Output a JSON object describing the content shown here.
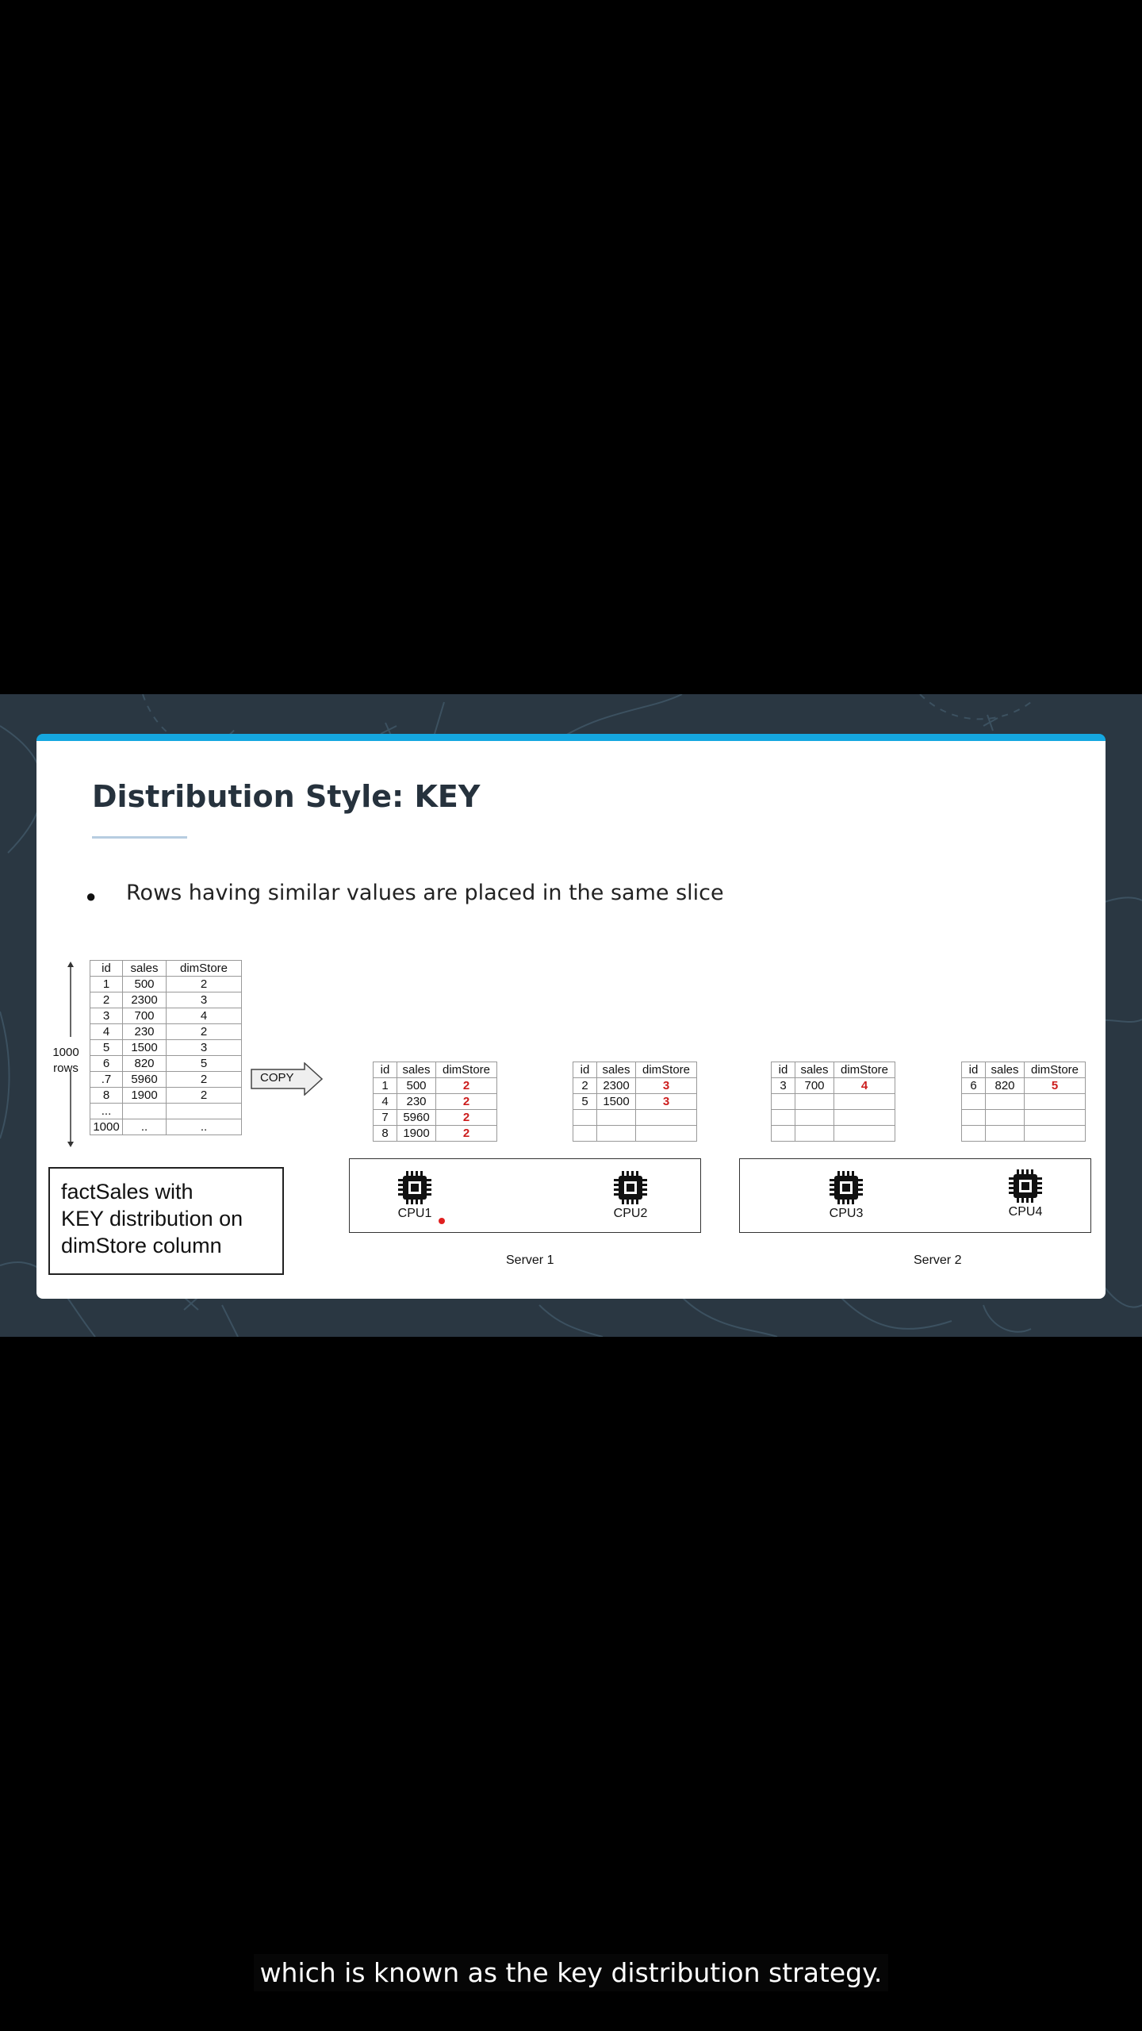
{
  "slide": {
    "title": "Distribution Style: KEY",
    "bullet": "Rows having similar values are placed in the same slice",
    "rows_label": "1000\nrows",
    "copy_label": "COPY",
    "description": "factSales with\nKEY distribution on\ndimStore column",
    "source_table": {
      "headers": [
        "id",
        "sales",
        "dimStore"
      ],
      "rows": [
        [
          "1",
          "500",
          "2"
        ],
        [
          "2",
          "2300",
          "3"
        ],
        [
          "3",
          "700",
          "4"
        ],
        [
          "4",
          "230",
          "2"
        ],
        [
          "5",
          "1500",
          "3"
        ],
        [
          "6",
          "820",
          "5"
        ],
        [
          ".7",
          "5960",
          "2"
        ],
        [
          "8",
          "1900",
          "2"
        ],
        [
          "...",
          "",
          ""
        ],
        [
          "1000",
          "..",
          ".."
        ]
      ]
    },
    "slices": [
      {
        "headers": [
          "id",
          "sales",
          "dimStore"
        ],
        "rows": [
          [
            "1",
            "500",
            "2"
          ],
          [
            "4",
            "230",
            "2"
          ],
          [
            "7",
            "5960",
            "2"
          ],
          [
            "8",
            "1900",
            "2"
          ]
        ]
      },
      {
        "headers": [
          "id",
          "sales",
          "dimStore"
        ],
        "rows": [
          [
            "2",
            "2300",
            "3"
          ],
          [
            "5",
            "1500",
            "3"
          ],
          [
            "",
            "",
            ""
          ],
          [
            "",
            "",
            ""
          ]
        ]
      },
      {
        "headers": [
          "id",
          "sales",
          "dimStore"
        ],
        "rows": [
          [
            "3",
            "700",
            "4"
          ],
          [
            "",
            "",
            ""
          ],
          [
            "",
            "",
            ""
          ],
          [
            "",
            "",
            ""
          ]
        ]
      },
      {
        "headers": [
          "id",
          "sales",
          "dimStore"
        ],
        "rows": [
          [
            "6",
            "820",
            "5"
          ],
          [
            "",
            "",
            ""
          ],
          [
            "",
            "",
            ""
          ],
          [
            "",
            "",
            ""
          ]
        ]
      }
    ],
    "servers": [
      {
        "label": "Server 1",
        "cpus": [
          "CPU1",
          "CPU2"
        ]
      },
      {
        "label": "Server 2",
        "cpus": [
          "CPU3",
          "CPU4"
        ]
      }
    ]
  },
  "caption": "which is known as the key distribution strategy.",
  "colors": {
    "accent": "#15a7e0",
    "highlight": "#cc1d1d",
    "background": "#2a3742"
  },
  "icons": [
    "cpu-chip-icon",
    "copy-arrow-icon",
    "vertical-double-arrow-icon"
  ]
}
